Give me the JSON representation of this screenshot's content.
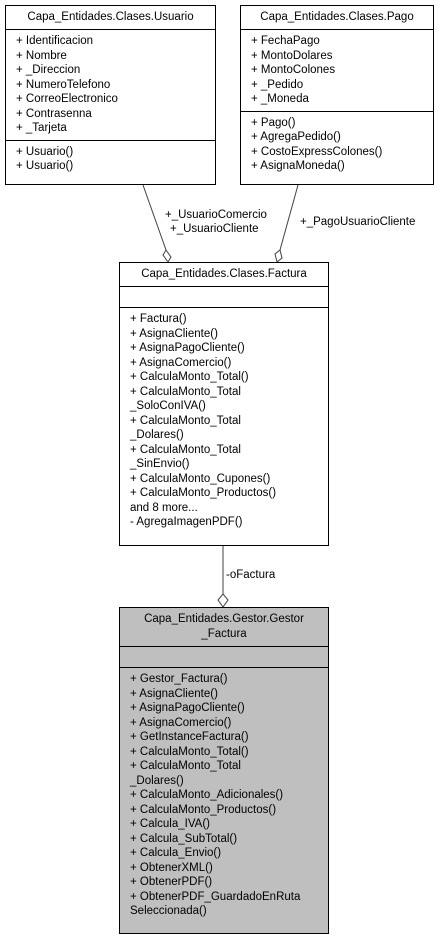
{
  "classes": {
    "usuario": {
      "title": "Capa_Entidades.Clases.Usuario",
      "attributes": [
        "+ Identificacion",
        "+ Nombre",
        "+ _Direccion",
        "+ NumeroTelefono",
        "+ CorreoElectronico",
        "+ Contrasenna",
        "+ _Tarjeta"
      ],
      "methods": [
        "+ Usuario()",
        "+ Usuario()"
      ]
    },
    "pago": {
      "title": "Capa_Entidades.Clases.Pago",
      "attributes": [
        "+ FechaPago",
        "+ MontoDolares",
        "+ MontoColones",
        "+ _Pedido",
        "+ _Moneda"
      ],
      "methods": [
        "+ Pago()",
        "+ AgregaPedido()",
        "+ CostoExpressColones()",
        "+ AsignaMoneda()"
      ]
    },
    "factura": {
      "title": "Capa_Entidades.Clases.Factura",
      "attributes": [],
      "methods": [
        "+ Factura()",
        "+ AsignaCliente()",
        "+ AsignaPagoCliente()",
        "+ AsignaComercio()",
        "+ CalculaMonto_Total()",
        "+ CalculaMonto_Total",
        "_SoloConIVA()",
        "+ CalculaMonto_Total",
        "_Dolares()",
        "+ CalculaMonto_Total",
        "_SinEnvio()",
        "+ CalculaMonto_Cupones()",
        "+ CalculaMonto_Productos()",
        "and 8 more...",
        "- AgregaImagenPDF()"
      ]
    },
    "gestor": {
      "title_line1": "Capa_Entidades.Gestor.Gestor",
      "title_line2": "_Factura",
      "attributes": [],
      "methods": [
        "+ Gestor_Factura()",
        "+ AsignaCliente()",
        "+ AsignaPagoCliente()",
        "+ AsignaComercio()",
        "+ GetInstanceFactura()",
        "+ CalculaMonto_Total()",
        "+ CalculaMonto_Total",
        "_Dolares()",
        "+ CalculaMonto_Adicionales()",
        "+ CalculaMonto_Productos()",
        "+ Calcula_IVA()",
        "+ Calcula_SubTotal()",
        "+ Calcula_Envio()",
        "+ ObtenerXML()",
        "+ ObtenerPDF()",
        "+ ObtenerPDF_GuardadoEnRuta",
        "Seleccionada()"
      ]
    }
  },
  "associations": {
    "usuario_label_1": "+_UsuarioComercio",
    "usuario_label_2": "+_UsuarioCliente",
    "pago_label": "+_PagoUsuarioCliente",
    "factura_label": "-oFactura"
  }
}
